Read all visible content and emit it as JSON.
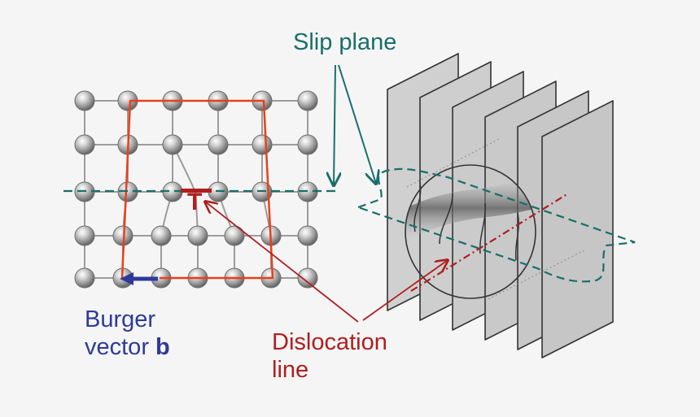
{
  "labels": {
    "slip_plane": "Slip plane",
    "burger_line1": "Burger",
    "burger_line2_prefix": "vector ",
    "burger_symbol": "b",
    "dislocation_line1": "Dislocation",
    "dislocation_line2": "line",
    "edge_symbol": "T"
  },
  "colors": {
    "background": "#f5f5f5",
    "slip_plane": "#1a6e6a",
    "burger": "#2e3a9a",
    "dislocation": "#b01e1e",
    "circuit": "#e8401c",
    "atom": "#9a9a9a",
    "bond": "#9c9c9c"
  }
}
